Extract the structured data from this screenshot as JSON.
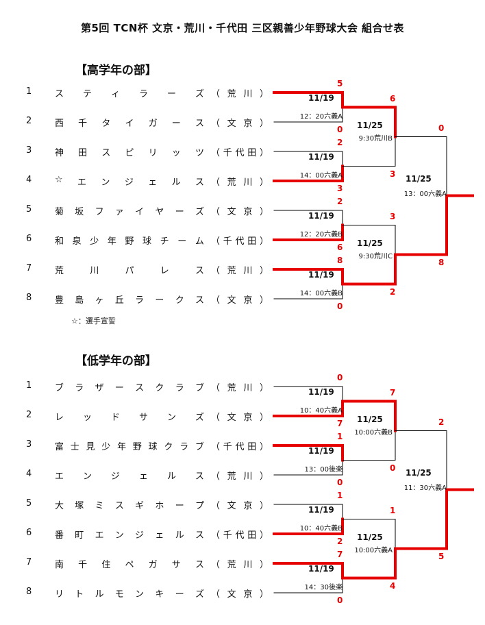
{
  "title": "第5回 TCN杯 文京・荒川・千代田 三区親善少年野球大会 組合せ表",
  "upper": {
    "heading": "【高学年の部】",
    "note": "☆：選手宣誓",
    "teams": [
      {
        "num": "1",
        "name": "スティラーズ",
        "area": "（荒川）"
      },
      {
        "num": "2",
        "name": "西千タイガース",
        "area": "（文京）"
      },
      {
        "num": "3",
        "name": "神田スピリッツ",
        "area": "（千代田）"
      },
      {
        "num": "4",
        "name": "☆エンジェルス",
        "area": "（荒川）"
      },
      {
        "num": "5",
        "name": "菊坂ファイヤーズ",
        "area": "（文京）"
      },
      {
        "num": "6",
        "name": "和泉少年野球チーム",
        "area": "（千代田）"
      },
      {
        "num": "7",
        "name": "荒川パレス",
        "area": "（荒川）"
      },
      {
        "num": "8",
        "name": "豊島ヶ丘ラークス",
        "area": "（文京）"
      }
    ],
    "r1": [
      {
        "date": "11/19",
        "venue": "12：20六義A",
        "top": "5",
        "bot": "0"
      },
      {
        "date": "11/19",
        "venue": "14：00六義A",
        "top": "2",
        "bot": "3"
      },
      {
        "date": "11/19",
        "venue": "12：20六義B",
        "top": "2",
        "bot": "6"
      },
      {
        "date": "11/19",
        "venue": "14：00六義B",
        "top": "8",
        "bot": "0"
      }
    ],
    "r2": [
      {
        "date": "11/25",
        "venue": "9:30荒川B",
        "top": "6",
        "bot": "3"
      },
      {
        "date": "11/25",
        "venue": "9:30荒川C",
        "top": "3",
        "bot": "2"
      }
    ],
    "final": {
      "date": "11/25",
      "venue": "13：00六義A",
      "top": "0",
      "bot": "8"
    }
  },
  "lower": {
    "heading": "【低学年の部】",
    "teams": [
      {
        "num": "1",
        "name": "ブラザースクラブ",
        "area": "（荒川）"
      },
      {
        "num": "2",
        "name": "レッドサンズ",
        "area": "（文京）"
      },
      {
        "num": "3",
        "name": "富士見少年野球クラブ",
        "area": "（千代田）"
      },
      {
        "num": "4",
        "name": "エンジェルス",
        "area": "（荒川）"
      },
      {
        "num": "5",
        "name": "大塚ミスギホープ",
        "area": "（文京）"
      },
      {
        "num": "6",
        "name": "番町エンジェルス",
        "area": "（千代田）"
      },
      {
        "num": "7",
        "name": "南千住ペガサス",
        "area": "（荒川）"
      },
      {
        "num": "8",
        "name": "リトルモンキーズ",
        "area": "（文京）"
      }
    ],
    "r1": [
      {
        "date": "11/19",
        "venue": "10：40六義A",
        "top": "0",
        "bot": "7"
      },
      {
        "date": "11/19",
        "venue": "13：00後楽",
        "top": "1",
        "bot": "0"
      },
      {
        "date": "11/19",
        "venue": "10：40六義B",
        "top": "1",
        "bot": "2"
      },
      {
        "date": "11/19",
        "venue": "14：30後楽",
        "top": "7",
        "bot": "0"
      }
    ],
    "r2": [
      {
        "date": "11/25",
        "venue": "10:00六義B",
        "top": "7",
        "bot": "0"
      },
      {
        "date": "11/25",
        "venue": "10:00六義A",
        "top": "1",
        "bot": "4"
      }
    ],
    "final": {
      "date": "11/25",
      "venue": "11：30六義A",
      "top": "2",
      "bot": "5"
    }
  },
  "colors": {
    "win": "#e60000",
    "lose": "#000000"
  }
}
